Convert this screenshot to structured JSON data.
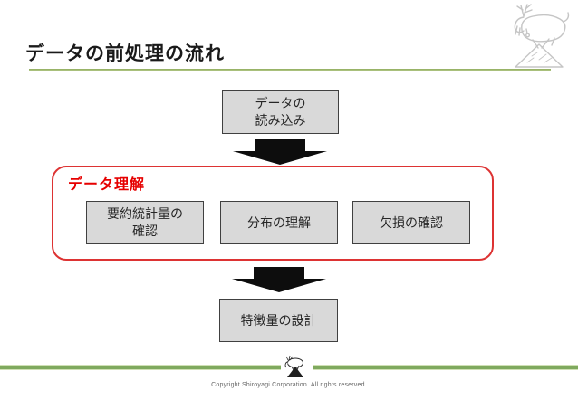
{
  "slide": {
    "title": "データの前処理の流れ",
    "copyright": "Copyright Shiroyagi Corporation. All rights reserved."
  },
  "diagram": {
    "start_box": "データの\n読み込み",
    "group": {
      "label": "データ理解",
      "boxes": [
        "要約統計量の\n確認",
        "分布の理解",
        "欠損の確認"
      ]
    },
    "end_box": "特徴量の設計"
  },
  "icons": {
    "header_logo": "goat-on-mountain-sketch",
    "footer_logo": "goat-on-mountain-small",
    "arrows": "block-arrow-down"
  },
  "colors": {
    "title_text": "#1a1a1a",
    "title_underline": "#c3d49c",
    "group_border": "#dd3333",
    "group_label": "#e60000",
    "box_fill": "#d9d9d9",
    "box_border": "#404040",
    "arrow": "#0d0d0d",
    "footer_line": "#7fa95e",
    "copyright_text": "#666666"
  }
}
